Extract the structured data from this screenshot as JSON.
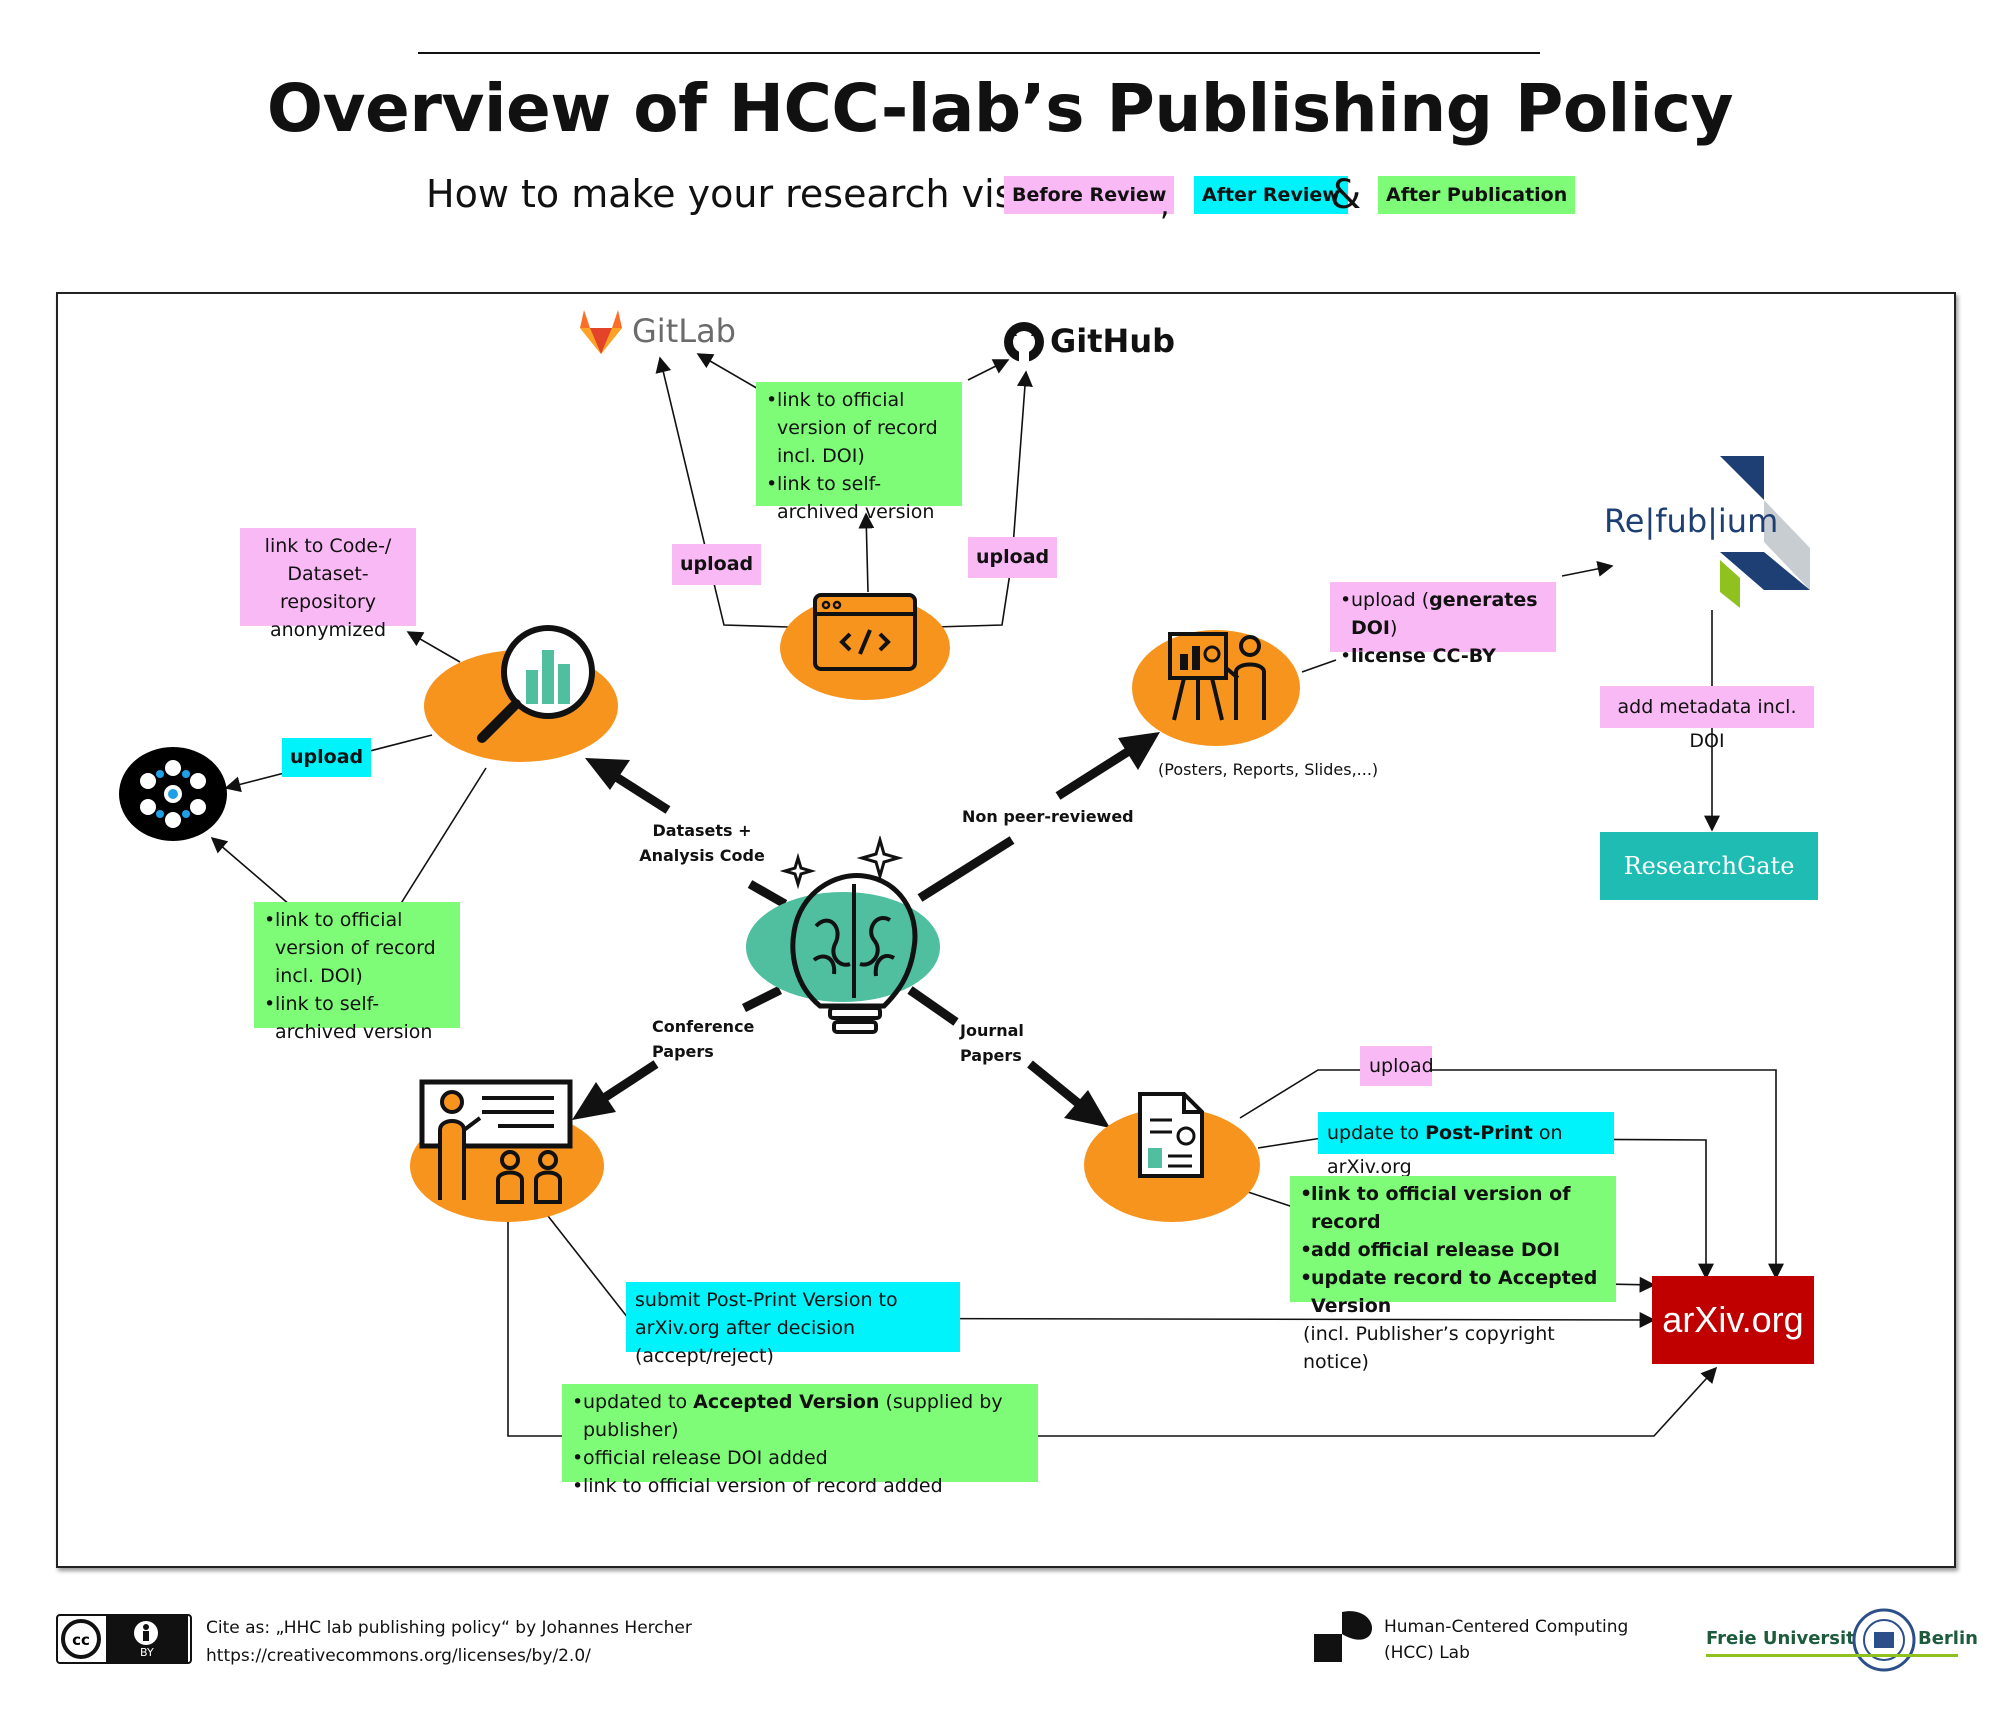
{
  "header": {
    "title": "Overview of HCC-lab’s Publishing Policy",
    "subtitle": "How to make your research visible",
    "legend": [
      {
        "label": "Before Review",
        "color": "#f9b9f5"
      },
      {
        "label": "After Review",
        "color": "#00f3fb"
      },
      {
        "label": "After Publication",
        "color": "#7efc77"
      }
    ],
    "comma": ",",
    "ampersand": "&"
  },
  "logos": {
    "gitlab": "GitLab",
    "github": "GitHub",
    "refubium": "Re|fub|ium",
    "researchgate": "ResearchGate",
    "arxiv": "arXiv.org"
  },
  "boxes": {
    "code_repo_before": "link to Code-/ Dataset-repository anonymized",
    "upload_data": "upload",
    "upload_gitlab": "upload",
    "upload_github": "upload",
    "code_after_pub": [
      "link to official version of record incl. DOI)",
      "link to self-archived version"
    ],
    "data_after_pub": [
      "link to official version of record incl. DOI)",
      "link to self-archived version"
    ],
    "refubium_upload": {
      "prefix": "upload (",
      "bold": "generates DOI",
      "suffix": ")"
    },
    "refubium_license": "license CC-BY",
    "add_metadata": "add metadata incl. DOI",
    "journal_upload": "upload",
    "journal_postprint": {
      "prefix": "update to ",
      "bold": "Post-Print",
      "suffix": " on arXiv.org"
    },
    "journal_after_pub": [
      "link to official version of record",
      "add official release DOI",
      "update record to Accepted Version"
    ],
    "journal_after_pub_note": "(incl. Publisher’s copyright notice)",
    "conf_postprint": "submit Post-Print Version to arXiv.org after decision (accept/reject)",
    "conf_after_pub": [
      {
        "prefix": "updated to ",
        "bold": "Accepted Version",
        "suffix": " (supplied by publisher)"
      },
      {
        "prefix": "official release DOI added",
        "bold": "",
        "suffix": ""
      },
      {
        "prefix": "link to official version of record added",
        "bold": "",
        "suffix": ""
      }
    ]
  },
  "labels": {
    "datasets": "Datasets + Analysis Code",
    "non_peer": "Non peer-reviewed",
    "conference": "Conference Papers",
    "journal": "Journal Papers",
    "posters": "(Posters, Reports, Slides,...)"
  },
  "footer": {
    "cite": "Cite as: „HHC lab publishing policy“ by Johannes Hercher",
    "license_url": "https://creativecommons.org/licenses/by/2.0/",
    "cc_by": "BY",
    "lab": "Human-Centered Computing (HCC) Lab",
    "fu_left": "Freie Universität",
    "fu_right": "Berlin"
  },
  "colors": {
    "orange": "#f7941d",
    "teal": "#4fbfa0",
    "arxiv_red": "#c00000",
    "researchgate": "#1fbcb4",
    "refubium_blue": "#1d3f73"
  }
}
